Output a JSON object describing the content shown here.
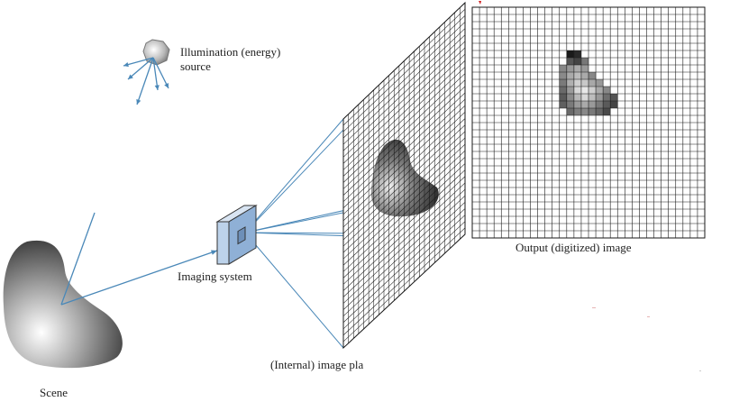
{
  "labels": {
    "source_line1": "Illumination (energy)",
    "source_line2": "source",
    "imaging_system": "Imaging system",
    "internal_plane": "(Internal) image pla",
    "output_image": "Output (digitized) image",
    "scene": "Scene"
  },
  "colors": {
    "ray": "#4a88b8",
    "grid_line": "#1a1a1a",
    "camera_face": "#bcd2ea",
    "camera_side": "#8fb0d6",
    "camera_lens": "#6d8fb8",
    "accent_red": "#d02020"
  },
  "digitized_pixels": [
    [
      0,
      0,
      0,
      0,
      0,
      0,
      0,
      0,
      0,
      0,
      0,
      0,
      0,
      0,
      0,
      0,
      0,
      0,
      0,
      0,
      0,
      0,
      0,
      0,
      0,
      0,
      0,
      0,
      0,
      0,
      0,
      0,
      0,
      0,
      0,
      0,
      0,
      0,
      0,
      0,
      0,
      0,
      0,
      0,
      0,
      0,
      0,
      0,
      0,
      0
    ],
    [
      0,
      0,
      0,
      0,
      0,
      0,
      0,
      0,
      0,
      0,
      0,
      0,
      0,
      0,
      0,
      0,
      0,
      0,
      0,
      0,
      0,
      0,
      0,
      0,
      0,
      0,
      0,
      0,
      0,
      0,
      0,
      0,
      0,
      0,
      0,
      0,
      0,
      0,
      0,
      0,
      0,
      0,
      0,
      0,
      0,
      0,
      0,
      0,
      0,
      0
    ],
    [
      0,
      0,
      0,
      0,
      0,
      0,
      0,
      0,
      0,
      0,
      0,
      0,
      0,
      0,
      0,
      0,
      0,
      0,
      0,
      0,
      0,
      0,
      0,
      0,
      0,
      0,
      0,
      0,
      0,
      0,
      0,
      0,
      0,
      0,
      0,
      0,
      0,
      0,
      0,
      0,
      0,
      0,
      0,
      0,
      0,
      0,
      0,
      0,
      0,
      0
    ],
    [
      0,
      0,
      0,
      0,
      0,
      0,
      0,
      0,
      0,
      0,
      0,
      0,
      0,
      0,
      0,
      0,
      0,
      0,
      0,
      0,
      0,
      0,
      0,
      0,
      0,
      0,
      0,
      0,
      0,
      0,
      0,
      0,
      0,
      0,
      0,
      0,
      0,
      0,
      0,
      0,
      0,
      0,
      0,
      0,
      0,
      0,
      0,
      0,
      0,
      0
    ],
    [
      0,
      0,
      0,
      0,
      0,
      0,
      0,
      0,
      0,
      0,
      0,
      0,
      0,
      0,
      0,
      0,
      0,
      0,
      0,
      0,
      0,
      0,
      0,
      0,
      0,
      0,
      0,
      0,
      0,
      0,
      0,
      0,
      0,
      0,
      0,
      0,
      0,
      0,
      0,
      0,
      0,
      0,
      0,
      0,
      0,
      0,
      0,
      0,
      0,
      0
    ],
    [
      0,
      0,
      0,
      0,
      0,
      0,
      0,
      0,
      0,
      0,
      0,
      0,
      0,
      0,
      0,
      0,
      0,
      0,
      0,
      0,
      0,
      0,
      0,
      0,
      0,
      0,
      0,
      0,
      0,
      0,
      0,
      0,
      0,
      0,
      0,
      0,
      0,
      0,
      0,
      0,
      0,
      0,
      0,
      0,
      0,
      0,
      0,
      0,
      0,
      0
    ],
    [
      0,
      0,
      0,
      0,
      0,
      0,
      0,
      0,
      0,
      0,
      0,
      0,
      0,
      0,
      0,
      0,
      0,
      0,
      0,
      0,
      0,
      0,
      0,
      0,
      0,
      0,
      0,
      0,
      0,
      0,
      0,
      0,
      0,
      0,
      0,
      0,
      0,
      0,
      0,
      0,
      0,
      0,
      0,
      0,
      0,
      0,
      0,
      0,
      0,
      0
    ],
    [
      0,
      0,
      0,
      0,
      0,
      0,
      0,
      0,
      0,
      0,
      0,
      0,
      0,
      0,
      0,
      0,
      0,
      0,
      0,
      0,
      0,
      0,
      0,
      0,
      0,
      0,
      0,
      0,
      0,
      0,
      0,
      0,
      0,
      0,
      0,
      0,
      0,
      0,
      0,
      0,
      0,
      0,
      0,
      0,
      0,
      0,
      0,
      0,
      0,
      0
    ],
    [
      0,
      0,
      0,
      0,
      0,
      0,
      0,
      0,
      0,
      0,
      0,
      0,
      0,
      0,
      0,
      0,
      0,
      0,
      0,
      0,
      0,
      0,
      0,
      0,
      0,
      0,
      0,
      0,
      0,
      0,
      0,
      0,
      0,
      0,
      0,
      0,
      0,
      0,
      0,
      0,
      0,
      0,
      0,
      0,
      0,
      0,
      0,
      0,
      0,
      0
    ],
    [
      0,
      0,
      0,
      0,
      0,
      0,
      0,
      0,
      0,
      0,
      0,
      0,
      0,
      0,
      0,
      0,
      0,
      0,
      0,
      0,
      0,
      0,
      0,
      0,
      0,
      0,
      0,
      0,
      0,
      0,
      0,
      0,
      0,
      0,
      0,
      0,
      0,
      0,
      0,
      0,
      0,
      0,
      0,
      0,
      0,
      0,
      0,
      0,
      0,
      0
    ],
    [
      0,
      0,
      0,
      0,
      0,
      0,
      0,
      0,
      0,
      0,
      0,
      0,
      0,
      0,
      0,
      0,
      0,
      0,
      0,
      0,
      0,
      0,
      0,
      0,
      0,
      0,
      0,
      0,
      0,
      0,
      0,
      0,
      0,
      0,
      0,
      0,
      0,
      0,
      0,
      0,
      0,
      0,
      0,
      0,
      0,
      0,
      0,
      0,
      0,
      0
    ],
    [
      0,
      0,
      0,
      0,
      0,
      0,
      0,
      0,
      0,
      0,
      0,
      0,
      0,
      0,
      0,
      0,
      0,
      0,
      0,
      0,
      0,
      0,
      0,
      0,
      0,
      0,
      0,
      0,
      0,
      0,
      0,
      0,
      0,
      0,
      0,
      0,
      0,
      0,
      0,
      0,
      0,
      0,
      0,
      0,
      0,
      0,
      0,
      0,
      0,
      0
    ],
    [
      0,
      0,
      0,
      0,
      0,
      0,
      0,
      0,
      0,
      0,
      0,
      0,
      0,
      0,
      0,
      0,
      0,
      0,
      0,
      0,
      0,
      0,
      0,
      0,
      0,
      0,
      0,
      0,
      0,
      0,
      0,
      0,
      0,
      0,
      0,
      0,
      0,
      0,
      0,
      0,
      0,
      0,
      0,
      0,
      0,
      0,
      0,
      0,
      0,
      0
    ],
    [
      0,
      0,
      0,
      0,
      0,
      0,
      0,
      0,
      0,
      0,
      0,
      0,
      0,
      0,
      0,
      0,
      0,
      0,
      0,
      0,
      0,
      0,
      0,
      0,
      0,
      0,
      0,
      0,
      0,
      0,
      0,
      0,
      0,
      0,
      0,
      0,
      0,
      0,
      0,
      0,
      0,
      0,
      0,
      0,
      0,
      0,
      0,
      0,
      0,
      0
    ]
  ]
}
